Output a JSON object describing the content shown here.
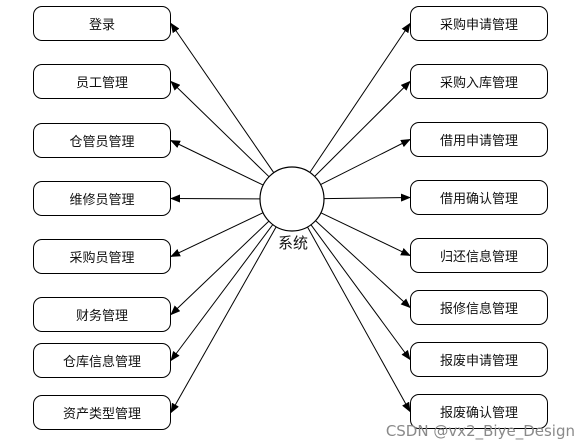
{
  "diagram": {
    "center": {
      "label": "系统"
    },
    "left_modules": [
      "登录",
      "员工管理",
      "仓管员管理",
      "维修员管理",
      "采购员管理",
      "财务管理",
      "仓库信息管理",
      "资产类型管理"
    ],
    "right_modules": [
      "采购申请管理",
      "采购入库管理",
      "借用申请管理",
      "借用确认管理",
      "归还信息管理",
      "报修信息管理",
      "报废申请管理",
      "报废确认管理"
    ]
  },
  "watermark": "CSDN @vx2_Biye_Design"
}
